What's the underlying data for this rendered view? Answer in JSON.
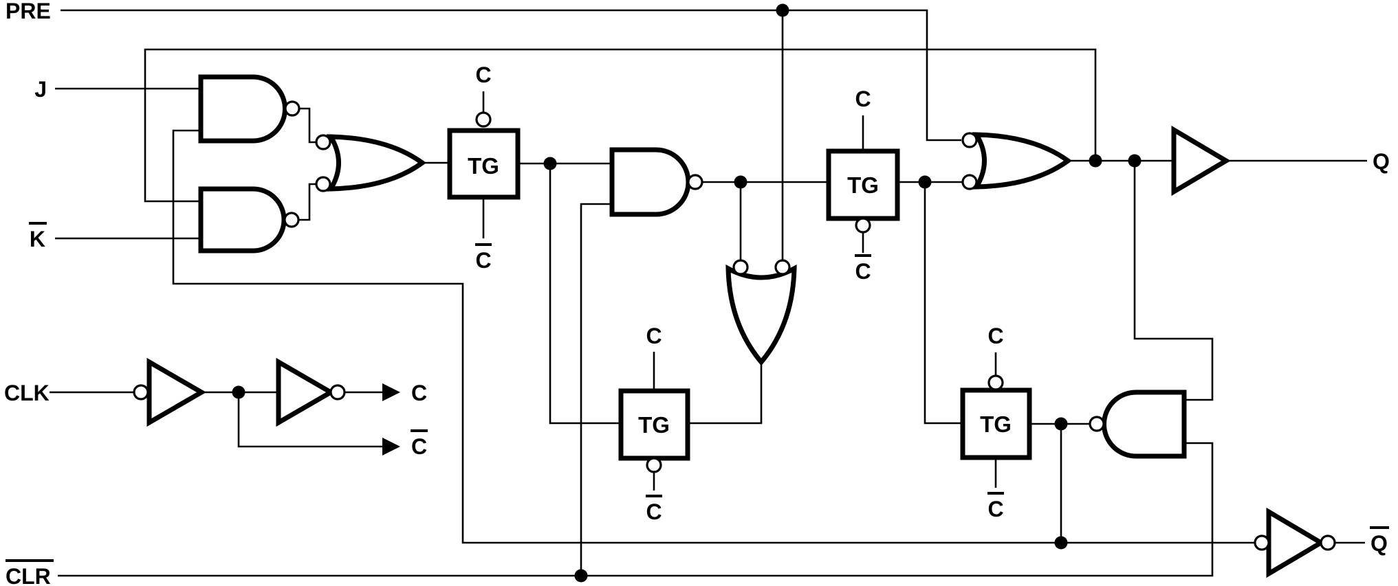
{
  "diagram": {
    "type": "logic-schematic",
    "subject": "JK flip-flop with asynchronous preset and clear, transmission-gate master-slave implementation",
    "colors": {
      "ink": "#000000",
      "background": "#ffffff"
    },
    "signals": {
      "pre": {
        "text": "PRE",
        "overline": false
      },
      "j": {
        "text": "J",
        "overline": false
      },
      "k": {
        "text": "K",
        "overline": true
      },
      "clk": {
        "text": "CLK",
        "overline": false
      },
      "clr": {
        "text": "CLR",
        "overline": true
      },
      "c": {
        "text": "C",
        "overline": false
      },
      "c_bar": {
        "text": "C",
        "overline": true
      },
      "q": {
        "text": "Q",
        "overline": false
      },
      "q_bar": {
        "text": "Q",
        "overline": true
      },
      "tg": {
        "text": "TG"
      }
    },
    "components": [
      {
        "id": "nand-j",
        "type": "NAND gate"
      },
      {
        "id": "nand-k",
        "type": "NAND gate"
      },
      {
        "id": "or-master-input",
        "type": "OR gate with inverted inputs"
      },
      {
        "id": "tg1",
        "type": "transmission gate",
        "label": "TG",
        "bubble": "top-C"
      },
      {
        "id": "nand-master",
        "type": "NAND gate"
      },
      {
        "id": "or-master-feedback",
        "type": "OR gate with inverted inputs, pointing down"
      },
      {
        "id": "tg3",
        "type": "transmission gate",
        "label": "TG",
        "bubble": "bottom-Cbar"
      },
      {
        "id": "tg2",
        "type": "transmission gate",
        "label": "TG",
        "bubble": "bottom-Cbar"
      },
      {
        "id": "or-slave",
        "type": "OR gate with inverted inputs"
      },
      {
        "id": "nand-slave",
        "type": "NAND gate, mirrored (faces left)"
      },
      {
        "id": "tg4",
        "type": "transmission gate",
        "label": "TG",
        "bubble": "top-C"
      },
      {
        "id": "clk-inverter",
        "type": "inverter, bubble on input"
      },
      {
        "id": "clk-buffer",
        "type": "inverter, bubble on output"
      },
      {
        "id": "q-buffer",
        "type": "buffer"
      },
      {
        "id": "qbar-inverter",
        "type": "inverter, bubbles on input and output"
      }
    ]
  }
}
